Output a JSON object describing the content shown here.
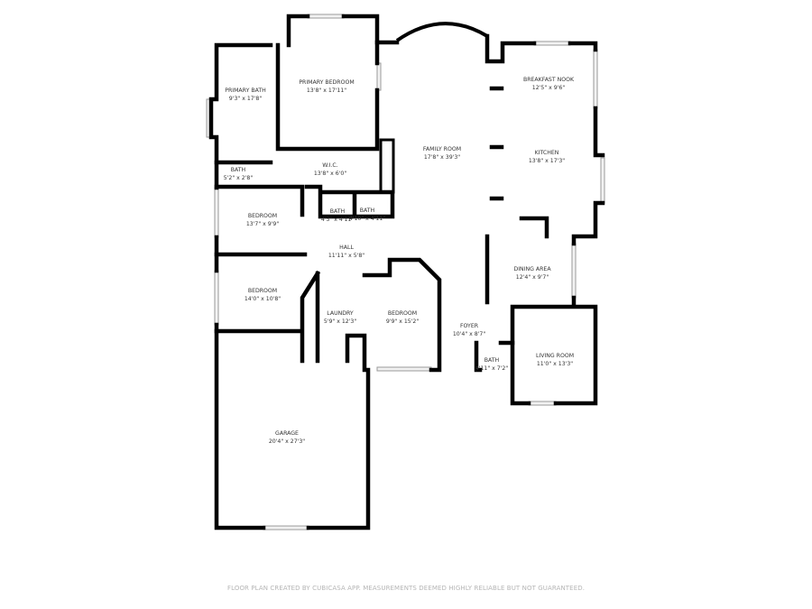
{
  "rooms": {
    "primary_bath": {
      "name": "PRIMARY BATH",
      "size": "9'3\" x 17'8\""
    },
    "primary_bedroom": {
      "name": "PRIMARY BEDROOM",
      "size": "13'8\" x 17'11\""
    },
    "bath_small": {
      "name": "BATH",
      "size": "5'2\" x 2'8\""
    },
    "wic": {
      "name": "W.I.C.",
      "size": "13'8\" x 6'0\""
    },
    "family_room": {
      "name": "FAMILY ROOM",
      "size": "17'8\" x 39'3\""
    },
    "breakfast_nook": {
      "name": "BREAKFAST NOOK",
      "size": "12'5\" x 9'6\""
    },
    "kitchen": {
      "name": "KITCHEN",
      "size": "13'8\" x 17'3\""
    },
    "bedroom_1": {
      "name": "BEDROOM",
      "size": "13'7\" x 9'9\""
    },
    "bath_2": {
      "name": "BATH",
      "size": "4'3\" x 4'11\""
    },
    "bath_3": {
      "name": "BATH",
      "size": "4'10\" x 4'11\""
    },
    "hall": {
      "name": "HALL",
      "size": "11'11\" x 5'8\""
    },
    "dining_area": {
      "name": "DINING AREA",
      "size": "12'4\" x 9'7\""
    },
    "bedroom_2": {
      "name": "BEDROOM",
      "size": "14'0\" x 10'8\""
    },
    "laundry": {
      "name": "LAUNDRY",
      "size": "5'9\" x 12'3\""
    },
    "bedroom_3": {
      "name": "BEDROOM",
      "size": "9'9\" x 15'2\""
    },
    "foyer": {
      "name": "FOYER",
      "size": "10'4\" x 8'7\""
    },
    "bath_4": {
      "name": "BATH",
      "size": "4'11\" x 7'2\""
    },
    "living_room": {
      "name": "LIVING ROOM",
      "size": "11'0\" x 13'3\""
    },
    "garage": {
      "name": "GARAGE",
      "size": "20'4\" x 27'3\""
    }
  },
  "footer": "FLOOR PLAN CREATED BY CUBICASA APP. MEASUREMENTS DEEMED HIGHLY RELIABLE BUT NOT GUARANTEED."
}
